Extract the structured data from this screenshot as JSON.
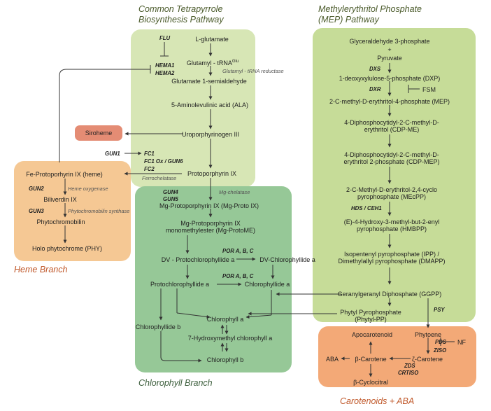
{
  "titles": {
    "tetrapyrrole": "Common Tetrapyrrole Biosynthesis Pathway",
    "tetrapyrrole_l1": "Common Tetrapyrrole",
    "tetrapyrrole_l2": "Biosynthesis Pathway",
    "mep_l1": "Methylerythritol Phosphate",
    "mep_l2": "(MEP) Pathway",
    "heme_branch": "Heme Branch",
    "chlorophyll_branch": "Chlorophyll Branch",
    "carotenoids": "Carotenoids + ABA"
  },
  "tetrapyrrole": {
    "l_glutamate": "L-glutamate",
    "glutamyl_trna": "Glutamyl - tRNA",
    "glu_sup": "Glu",
    "glutamate_semialdehyde": "Glutamate 1-semialdehyde",
    "ala": "5-Aminolevulinic acid (ALA)",
    "uroporphyrinogen": "Uroporphyrinogen III",
    "protoporphyrin": "Protoporphyrin IX",
    "siroheme": "Siroheme",
    "flu": "FLU",
    "hema1": "HEMA1",
    "hema2": "HEMA2",
    "glutamyl_reductase": "Glutamyl - tRNA reductase",
    "gun1": "GUN1",
    "fc1": "FC1",
    "fc1ox": "FC1 Ox / GUN6",
    "fc2": "FC2",
    "ferrochelatase": "Ferrochelatase"
  },
  "heme": {
    "fe_proto": "Fe-Protoporhyrin IX (heme)",
    "gun2": "GUN2",
    "heme_oxygenase": "Heme oxygenase",
    "biliverdin": "Biliverdin IX",
    "gun3": "GUN3",
    "phytochromobilin_synthase": "Phytochromobilin synthase",
    "phytochromobilin": "Phytochromobilin",
    "holo_phytochrome": "Holo phytochrome (PHY)"
  },
  "chlorophyll": {
    "gun4": "GUN4",
    "gun5": "GUN5",
    "mg_chelatase": "Mg-chelatase",
    "mg_proto": "Mg-Protoporphyrin IX (Mg-Proto IX)",
    "mg_protome_l1": "Mg-Protoporphyrin IX",
    "mg_protome_l2": "monomethylester (Mg-ProtoME)",
    "dv_protochlide": "DV - Protochlorophyllide a",
    "por1": "POR A, B, C",
    "dv_chlide": "DV-Chlorophyllide a",
    "protochlide": "Protochlorophyllide a",
    "por2": "POR A, B, C",
    "chlide_a": "Chlorophyllide a",
    "chl_a": "Chlorophyll a",
    "chlide_b": "Chlorophyllide b",
    "hmchl": "7-Hydroxymethyl chlorophyll a",
    "chl_b": "Chlorophyll b"
  },
  "mep": {
    "g3p": "Glyceraldehyde 3-phosphate",
    "plus": "+",
    "pyruvate": "Pyruvate",
    "dxs": "DXS",
    "dxp": "1-deoxyxylulose-5-phosphate (DXP)",
    "dxr": "DXR",
    "fsm": "FSM",
    "mep": "2-C-methyl-D-erythritol-4-phosphate (MEP)",
    "cdpme_l1": "4-Diphosphocytidyl-2-C-methyl-D-",
    "cdpme_l2": "erythritol (CDP-ME)",
    "cdpmep_l1": "4-Diphosphocytidyl-2-C-methyl-D-",
    "cdpmep_l2": "erythritol 2-phosphate (CDP-MEP)",
    "mecpp_l1": "2-C-Methyl-D-erythritol-2,4-cyclo",
    "mecpp_l2": "pyrophosphate (MEcPP)",
    "hds": "HDS / CEH1",
    "hmbpp_l1": "(E)-4-Hydroxy-3-methyl-but-2-enyl",
    "hmbpp_l2": "pyrophosphate (HMBPP)",
    "ipp_l1": "Isopentenyl pyrophosphate (IPP) /",
    "ipp_l2": "Dimethylallyl pyrophosphate (DMAPP)",
    "ggpp": "Geranylgeranyl Diphosphate (GGPP)",
    "phytylpp_l1": "Phytyl Pyrophosphate",
    "phytylpp_l2": "(Phytyl-PP)",
    "psy": "PSY"
  },
  "carotenoids": {
    "apocarotenoid": "Apocarotenoid",
    "phytoene": "Phytoene",
    "pds": "PDS",
    "nf": "NF",
    "ziso": "ZISO",
    "zeta_carotene": "ζ-Carotene",
    "aba": "ABA",
    "beta_carotene": "β-Carotene",
    "zds": "ZDS",
    "crtiso": "CRTISO",
    "beta_cyclocitral": "β-Cyclocitral"
  },
  "colors": {
    "tetrapyrrole_box": "#d7e6b5",
    "mep_box": "#c6dc98",
    "chlorophyll_box": "#96c897",
    "heme_box": "#f5c894",
    "carotenoid_box": "#f3a977",
    "siroheme_box": "#e48c74"
  }
}
